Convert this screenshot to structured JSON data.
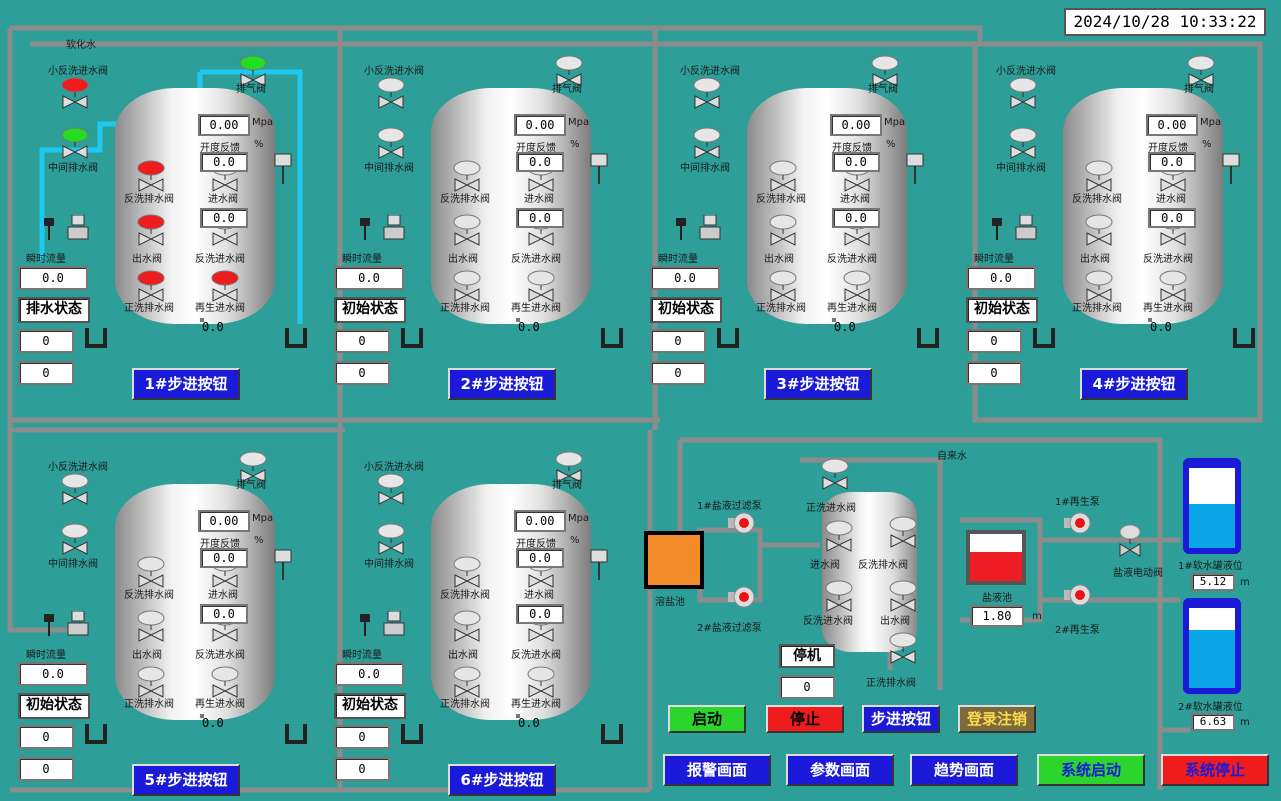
{
  "datetime": "2024/10/28 10:33:22",
  "softened_water_label": "软化水",
  "tap_water_label": "自来水",
  "units": {
    "mpa": "Mpa",
    "pct": "%"
  },
  "filters": [
    {
      "step_button": "1#步进按钮",
      "status": "排水状态",
      "flow_label": "瞬时流量",
      "flow": "0.0",
      "counter1": "0",
      "counter2": "0",
      "pressure": "0.00",
      "feedback_label": "开度反馈",
      "fb1": "0.0",
      "fb2": "0.0",
      "fb3": "0.0",
      "valves": {
        "small_backwash_in": "小反洗进水阀",
        "mid_drain": "中间排水阀",
        "vent": "排气阀",
        "backwash_drain": "反洗排水阀",
        "inlet": "进水阀",
        "outlet": "出水阀",
        "backwash_in": "反洗进水阀",
        "rinse_drain": "正洗排水阀",
        "regen_in": "再生进水阀"
      }
    },
    {
      "step_button": "2#步进按钮",
      "status": "初始状态",
      "flow_label": "瞬时流量",
      "flow": "0.0",
      "counter1": "0",
      "counter2": "0",
      "pressure": "0.00",
      "feedback_label": "开度反馈",
      "fb1": "0.0",
      "fb2": "0.0",
      "fb3": "0.0",
      "valves": {
        "small_backwash_in": "小反洗进水阀",
        "mid_drain": "中间排水阀",
        "vent": "排气阀",
        "backwash_drain": "反洗排水阀",
        "inlet": "进水阀",
        "outlet": "出水阀",
        "backwash_in": "反洗进水阀",
        "rinse_drain": "正洗排水阀",
        "regen_in": "再生进水阀"
      }
    },
    {
      "step_button": "3#步进按钮",
      "status": "初始状态",
      "flow_label": "瞬时流量",
      "flow": "0.0",
      "counter1": "0",
      "counter2": "0",
      "pressure": "0.00",
      "feedback_label": "开度反馈",
      "fb1": "0.0",
      "fb2": "0.0",
      "fb3": "0.0",
      "valves": {
        "small_backwash_in": "小反洗进水阀",
        "mid_drain": "中间排水阀",
        "vent": "排气阀",
        "backwash_drain": "反洗排水阀",
        "inlet": "进水阀",
        "outlet": "出水阀",
        "backwash_in": "反洗进水阀",
        "rinse_drain": "正洗排水阀",
        "regen_in": "再生进水阀"
      }
    },
    {
      "step_button": "4#步进按钮",
      "status": "初始状态",
      "flow_label": "瞬时流量",
      "flow": "0.0",
      "counter1": "0",
      "counter2": "0",
      "pressure": "0.00",
      "feedback_label": "开度反馈",
      "fb1": "0.0",
      "fb2": "0.0",
      "fb3": "0.0",
      "valves": {
        "small_backwash_in": "小反洗进水阀",
        "mid_drain": "中间排水阀",
        "vent": "排气阀",
        "backwash_drain": "反洗排水阀",
        "inlet": "进水阀",
        "outlet": "出水阀",
        "backwash_in": "反洗进水阀",
        "rinse_drain": "正洗排水阀",
        "regen_in": "再生进水阀"
      }
    },
    {
      "step_button": "5#步进按钮",
      "status": "初始状态",
      "flow_label": "瞬时流量",
      "flow": "0.0",
      "counter1": "0",
      "counter2": "0",
      "pressure": "0.00",
      "feedback_label": "开度反馈",
      "fb1": "0.0",
      "fb2": "0.0",
      "fb3": "0.0",
      "valves": {
        "small_backwash_in": "小反洗进水阀",
        "mid_drain": "中间排水阀",
        "vent": "排气阀",
        "backwash_drain": "反洗排水阀",
        "inlet": "进水阀",
        "outlet": "出水阀",
        "backwash_in": "反洗进水阀",
        "rinse_drain": "正洗排水阀",
        "regen_in": "再生进水阀"
      }
    },
    {
      "step_button": "6#步进按钮",
      "status": "初始状态",
      "flow_label": "瞬时流量",
      "flow": "0.0",
      "counter1": "0",
      "counter2": "0",
      "pressure": "0.00",
      "feedback_label": "开度反馈",
      "fb1": "0.0",
      "fb2": "0.0",
      "fb3": "0.0",
      "valves": {
        "small_backwash_in": "小反洗进水阀",
        "mid_drain": "中间排水阀",
        "vent": "排气阀",
        "backwash_drain": "反洗排水阀",
        "inlet": "进水阀",
        "outlet": "出水阀",
        "backwash_in": "反洗进水阀",
        "rinse_drain": "正洗排水阀",
        "regen_in": "再生进水阀"
      }
    }
  ],
  "salt": {
    "dissolve_pool": "溶盐池",
    "filter_pump1": "1#盐液过滤泵",
    "filter_pump2": "2#盐液过滤泵",
    "salt_tank": "盐液池",
    "salt_level": "1.80",
    "salt_unit": "m",
    "regen_pump1": "1#再生泵",
    "regen_pump2": "2#再生泵",
    "salt_valve": "盐液电动阀",
    "regen_status": "停机",
    "regen_counter": "0",
    "regen_valves": {
      "rinse_in": "正洗进水阀",
      "inlet": "进水阀",
      "backwash_drain": "反洗排水阀",
      "backwash_in": "反洗进水阀",
      "outlet": "出水阀",
      "rinse_drain": "正洗排水阀"
    }
  },
  "soft_tanks": [
    {
      "label": "1#软水罐液位",
      "level": "5.12",
      "unit": "m",
      "fill_fraction": 0.55
    },
    {
      "label": "2#软水罐液位",
      "level": "6.63",
      "unit": "m",
      "fill_fraction": 0.72
    }
  ],
  "controls": {
    "start": "启动",
    "stop": "停止",
    "step": "步进按钮",
    "login": "登录注销"
  },
  "nav": {
    "alarm": "报警画面",
    "params": "参数画面",
    "trend": "趋势画面",
    "sys_start": "系统启动",
    "sys_stop": "系统停止"
  },
  "colors": {
    "background": "#2e9e99",
    "pipe": "#8c8c8c",
    "active_pipe": "#1ec8f0",
    "valve_open": "#22dd22",
    "valve_closed": "#ee1c1c",
    "button_blue": "#1a1ad8"
  }
}
